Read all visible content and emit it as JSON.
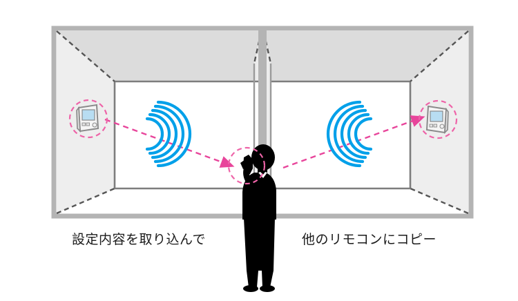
{
  "diagram": {
    "title": "Remote controller setting copy illustration",
    "captions": {
      "left": "設定内容を取り込んで",
      "right": "他のリモコンにコピー"
    },
    "colors": {
      "room_frame": "#b4b4b4",
      "ceiling": "#dcdcdc",
      "side_wall": "#eeeeee",
      "back_wall": "#ffffff",
      "wall_outline": "#7d7d7d",
      "corner_dash": "#555555",
      "signal_blue": "#00a0e9",
      "path_pink": "#e8459b",
      "highlight_circle": "#ee64a8",
      "person_silhouette": "#000000",
      "device_outline": "#8a8a8a",
      "device_screen": "#b8ddf2",
      "device_body": "#f5f5f5",
      "caption_text": "#1a1a1a"
    },
    "rooms": [
      {
        "id": "left-room",
        "name": "left-room",
        "device_label": "wall-remote-controller-source",
        "signal_label": "ir-signal-waves-left",
        "arrow_direction": "right-to-left-toward-handheld",
        "caption_ref": "left"
      },
      {
        "id": "right-room",
        "name": "right-room",
        "device_label": "wall-remote-controller-target",
        "signal_label": "ir-signal-waves-right",
        "arrow_direction": "left-to-right-toward-wall-device",
        "caption_ref": "right"
      }
    ],
    "person": {
      "name": "person-with-handheld-remote",
      "holding": "handheld-remote-controller"
    },
    "signals": {
      "arc_count": 5,
      "left_waves_open_direction": "right",
      "right_waves_open_direction": "left"
    }
  }
}
